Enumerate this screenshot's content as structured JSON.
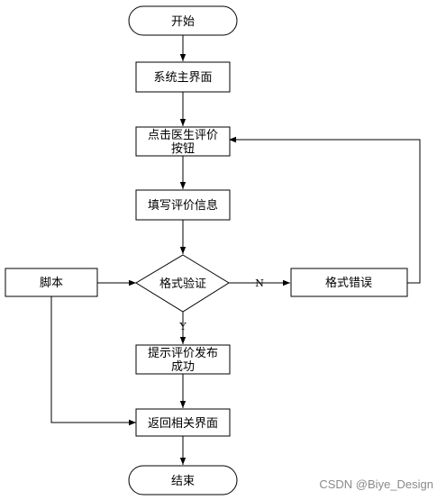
{
  "nodes": {
    "start": "开始",
    "main_ui": "系统主界面",
    "click_eval_1": "点击医生评价",
    "click_eval_2": "按钮",
    "fill_eval": "填写评价信息",
    "format_check": "格式验证",
    "format_error": "格式错误",
    "script": "脚本",
    "prompt_success_1": "提示评价发布",
    "prompt_success_2": "成功",
    "return_page": "返回相关界面",
    "end": "结束"
  },
  "edges": {
    "no_label": "N",
    "yes_label": "Y"
  },
  "watermark": "CSDN @Biye_Design"
}
